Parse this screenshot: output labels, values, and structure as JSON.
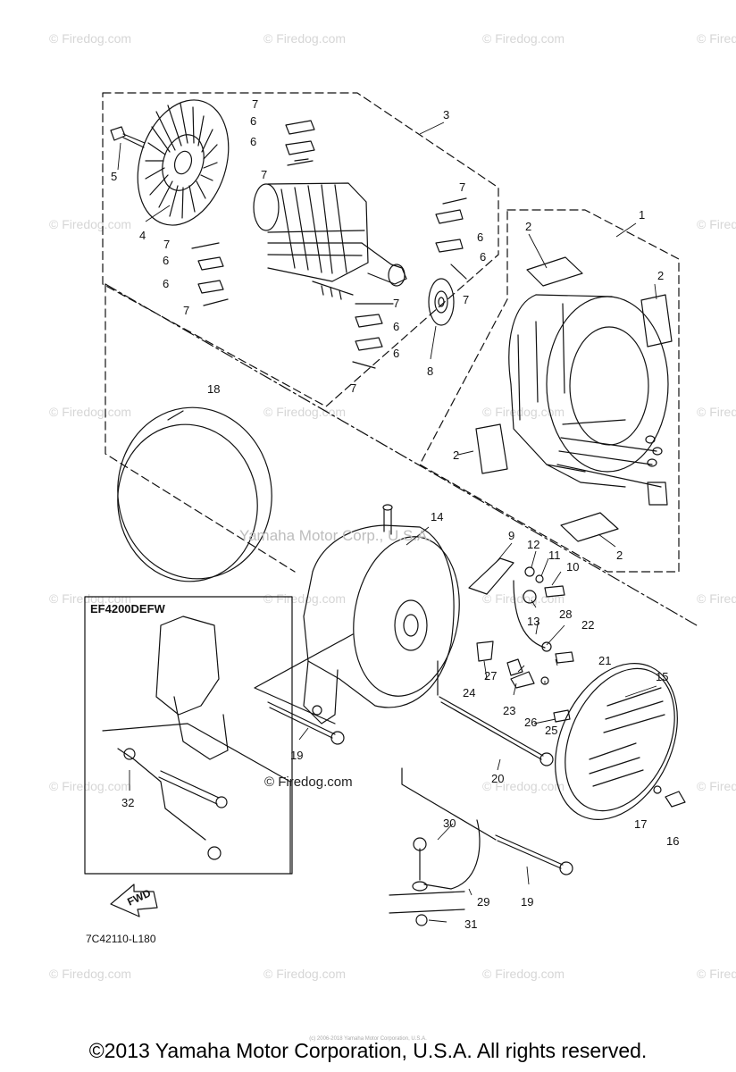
{
  "watermarks": [
    "© Firedog.com"
  ],
  "inline_watermark": "© Firedog.com",
  "ghost_watermark": "Yamaha Motor Corp., U.S.A.",
  "inset_title": "EF4200DEFW",
  "fwd_label": "FWD",
  "diagram_code": "7C42110-L180",
  "callouts": [
    "1",
    "2",
    "3",
    "4",
    "5",
    "6",
    "7",
    "8",
    "9",
    "10",
    "11",
    "12",
    "13",
    "14",
    "15",
    "16",
    "17",
    "18",
    "19",
    "20",
    "21",
    "22",
    "23",
    "24",
    "25",
    "26",
    "27",
    "28",
    "29",
    "30",
    "31",
    "32"
  ],
  "fine_print": "(c) 2006-2018 Yamaha Motor Corporation, U.S.A.",
  "copyright": "©2013 Yamaha Motor Corporation, U.S.A. All rights reserved."
}
